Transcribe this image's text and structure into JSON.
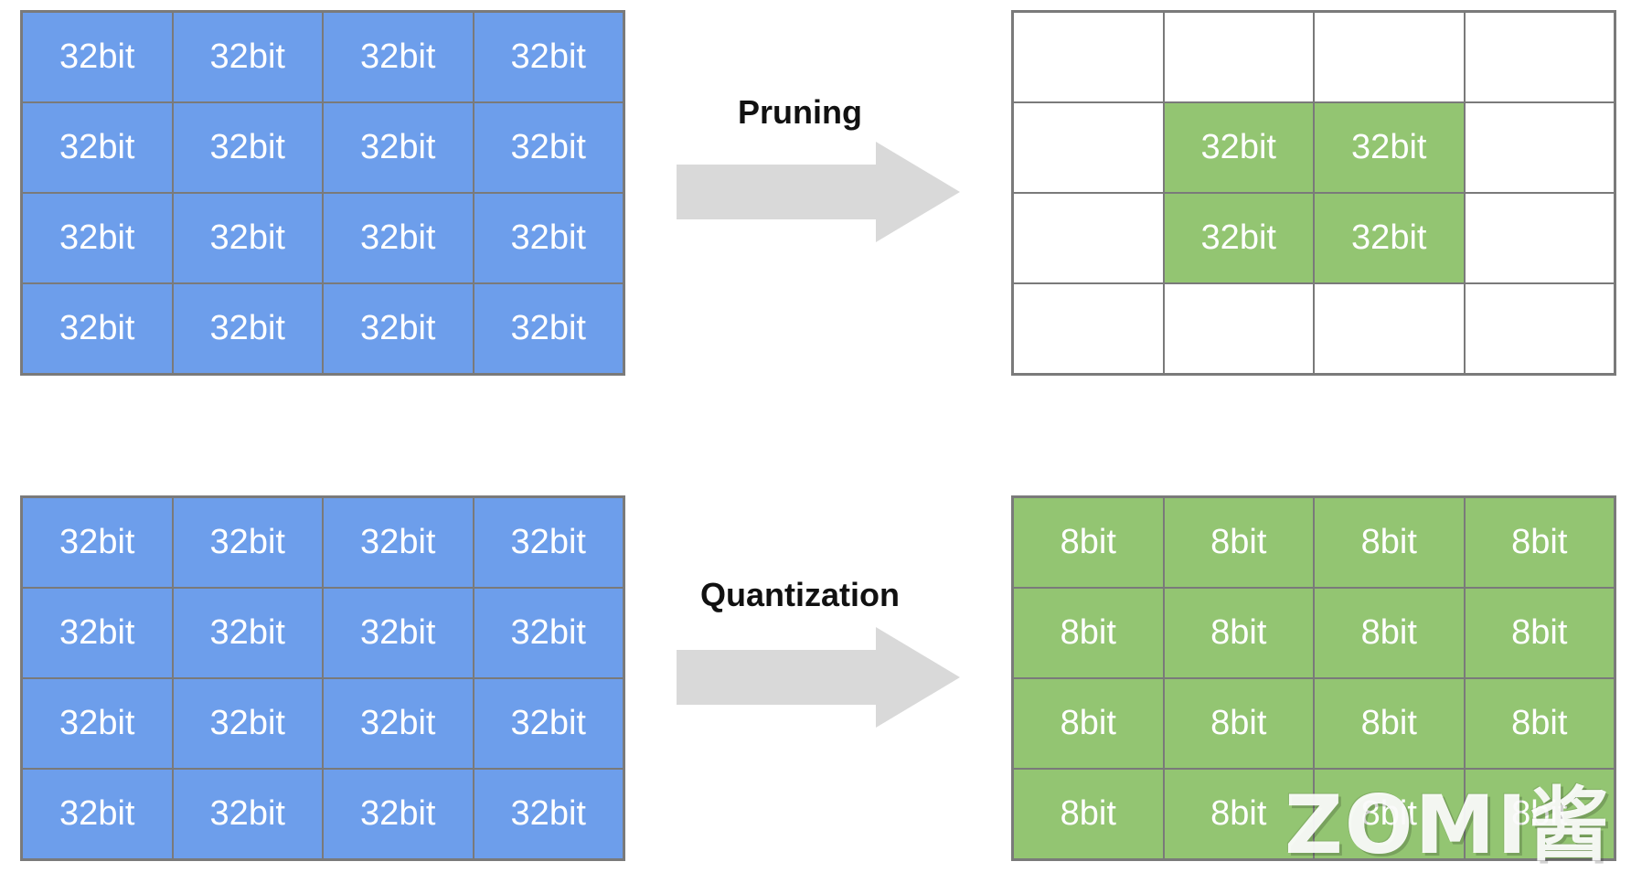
{
  "pruning": {
    "label": "Pruning",
    "before_cells": [
      "32bit",
      "32bit",
      "32bit",
      "32bit",
      "32bit",
      "32bit",
      "32bit",
      "32bit",
      "32bit",
      "32bit",
      "32bit",
      "32bit",
      "32bit",
      "32bit",
      "32bit",
      "32bit"
    ],
    "after_cells": [
      "",
      "",
      "",
      "",
      "",
      "32bit",
      "32bit",
      "",
      "",
      "32bit",
      "32bit",
      "",
      "",
      "",
      "",
      ""
    ]
  },
  "quantization": {
    "label": "Quantization",
    "before_cells": [
      "32bit",
      "32bit",
      "32bit",
      "32bit",
      "32bit",
      "32bit",
      "32bit",
      "32bit",
      "32bit",
      "32bit",
      "32bit",
      "32bit",
      "32bit",
      "32bit",
      "32bit",
      "32bit"
    ],
    "after_cells": [
      "8bit",
      "8bit",
      "8bit",
      "8bit",
      "8bit",
      "8bit",
      "8bit",
      "8bit",
      "8bit",
      "8bit",
      "8bit",
      "8bit",
      "8bit",
      "8bit",
      "8bit",
      "8bit"
    ]
  },
  "watermark": "ZOMI酱",
  "colors": {
    "blue_cell": "#6d9eeb",
    "green_cell": "#93c572",
    "arrow": "#d9d9d9",
    "grid_line": "#7a7a7a"
  }
}
